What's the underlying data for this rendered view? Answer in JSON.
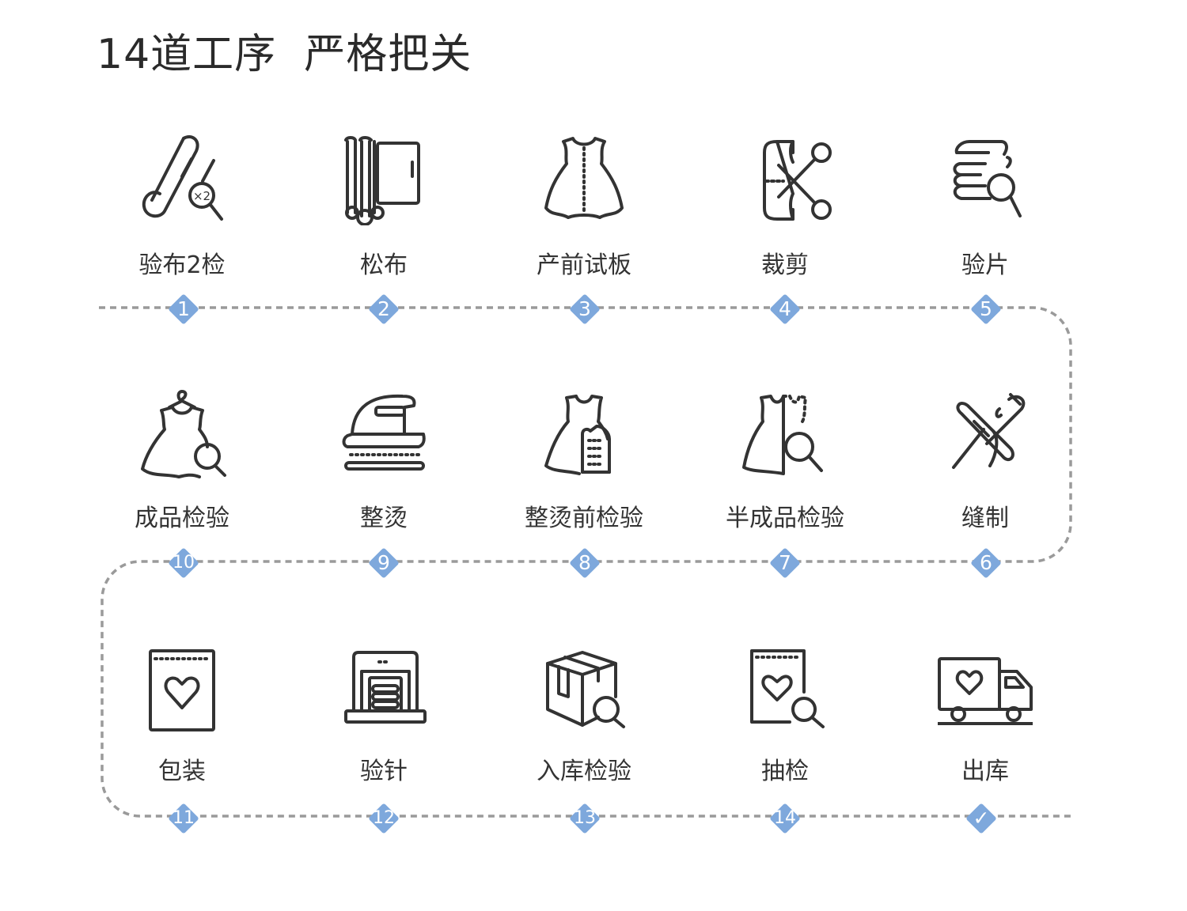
{
  "title": "14道工序  严格把关",
  "colors": {
    "badge": "#7ea8dc",
    "line": "#9a9a9a",
    "icon": "#333333",
    "text": "#333333"
  },
  "steps": [
    {
      "num": "1",
      "label": "验布2检",
      "icon": "fabric-roll-inspect-icon"
    },
    {
      "num": "2",
      "label": "松布",
      "icon": "fabric-relax-icon"
    },
    {
      "num": "3",
      "label": "产前试板",
      "icon": "dress-sample-icon"
    },
    {
      "num": "4",
      "label": "裁剪",
      "icon": "scissors-cut-icon"
    },
    {
      "num": "5",
      "label": "验片",
      "icon": "pieces-inspect-icon"
    },
    {
      "num": "6",
      "label": "缝制",
      "icon": "needle-thread-icon"
    },
    {
      "num": "7",
      "label": "半成品检验",
      "icon": "half-dress-inspect-icon"
    },
    {
      "num": "8",
      "label": "整烫前检验",
      "icon": "dress-iron-inspect-icon"
    },
    {
      "num": "9",
      "label": "整烫",
      "icon": "iron-icon"
    },
    {
      "num": "10",
      "label": "成品检验",
      "icon": "dress-hanger-inspect-icon"
    },
    {
      "num": "11",
      "label": "包装",
      "icon": "package-bag-icon"
    },
    {
      "num": "12",
      "label": "验针",
      "icon": "needle-detector-icon"
    },
    {
      "num": "13",
      "label": "入库检验",
      "icon": "box-inspect-icon"
    },
    {
      "num": "14",
      "label": "抽检",
      "icon": "bag-inspect-icon"
    },
    {
      "num": "✓",
      "label": "出库",
      "icon": "delivery-truck-icon"
    }
  ]
}
